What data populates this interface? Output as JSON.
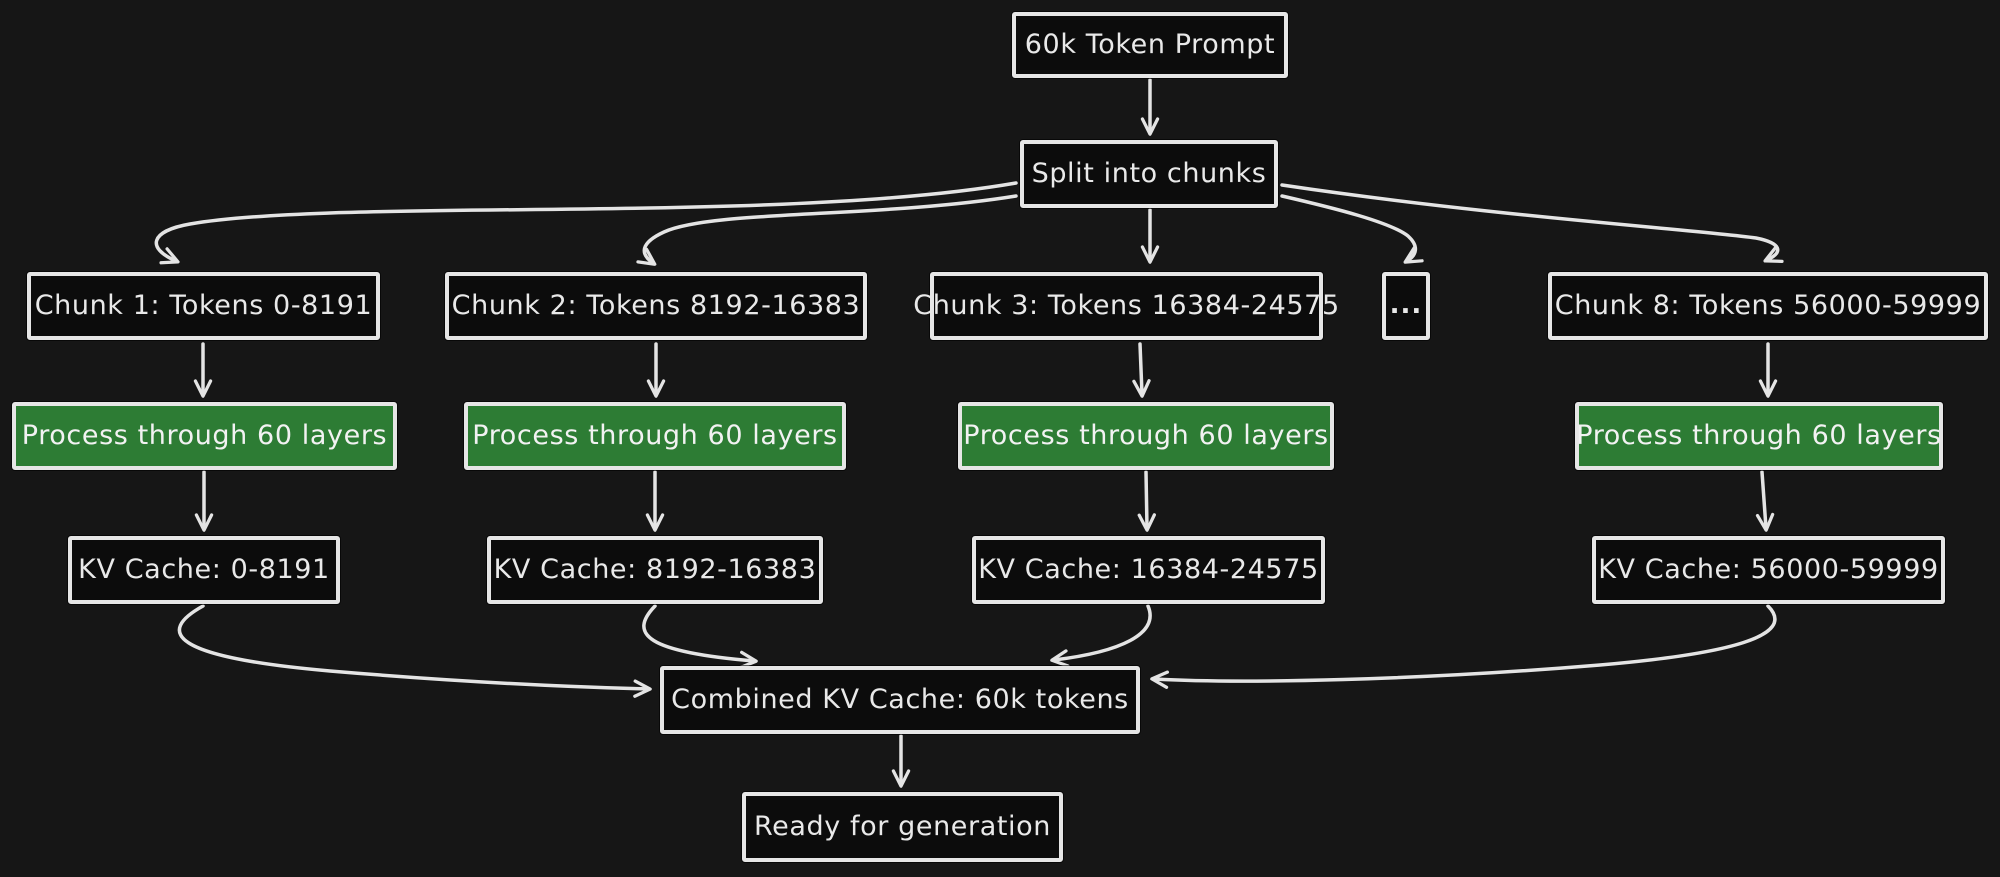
{
  "diagram_title": "Chunked prefill of a 60k token prompt into a combined KV cache",
  "colors": {
    "background": "#161616",
    "node_fill": "#0c0c0c",
    "node_stroke": "#e6e6e6",
    "process_fill": "#2d7c34",
    "text": "#e9e9e9"
  },
  "nodes": {
    "prompt": {
      "label": "60k Token Prompt"
    },
    "split": {
      "label": "Split into chunks"
    },
    "chunks": [
      {
        "label": "Chunk 1: Tokens 0-8191"
      },
      {
        "label": "Chunk 2: Tokens 8192-16383"
      },
      {
        "label": "Chunk 3: Tokens 16384-24575"
      },
      {
        "label": "..."
      },
      {
        "label": "Chunk 8: Tokens 56000-59999"
      }
    ],
    "processes": [
      {
        "label": "Process through 60 layers"
      },
      {
        "label": "Process through 60 layers"
      },
      {
        "label": "Process through 60 layers"
      },
      {
        "label": "Process through 60 layers"
      }
    ],
    "kv_caches": [
      {
        "label": "KV Cache: 0-8191"
      },
      {
        "label": "KV Cache: 8192-16383"
      },
      {
        "label": "KV Cache: 16384-24575"
      },
      {
        "label": "KV Cache: 56000-59999"
      }
    ],
    "combined": {
      "label": "Combined KV Cache: 60k tokens"
    },
    "ready": {
      "label": "Ready for generation"
    }
  }
}
